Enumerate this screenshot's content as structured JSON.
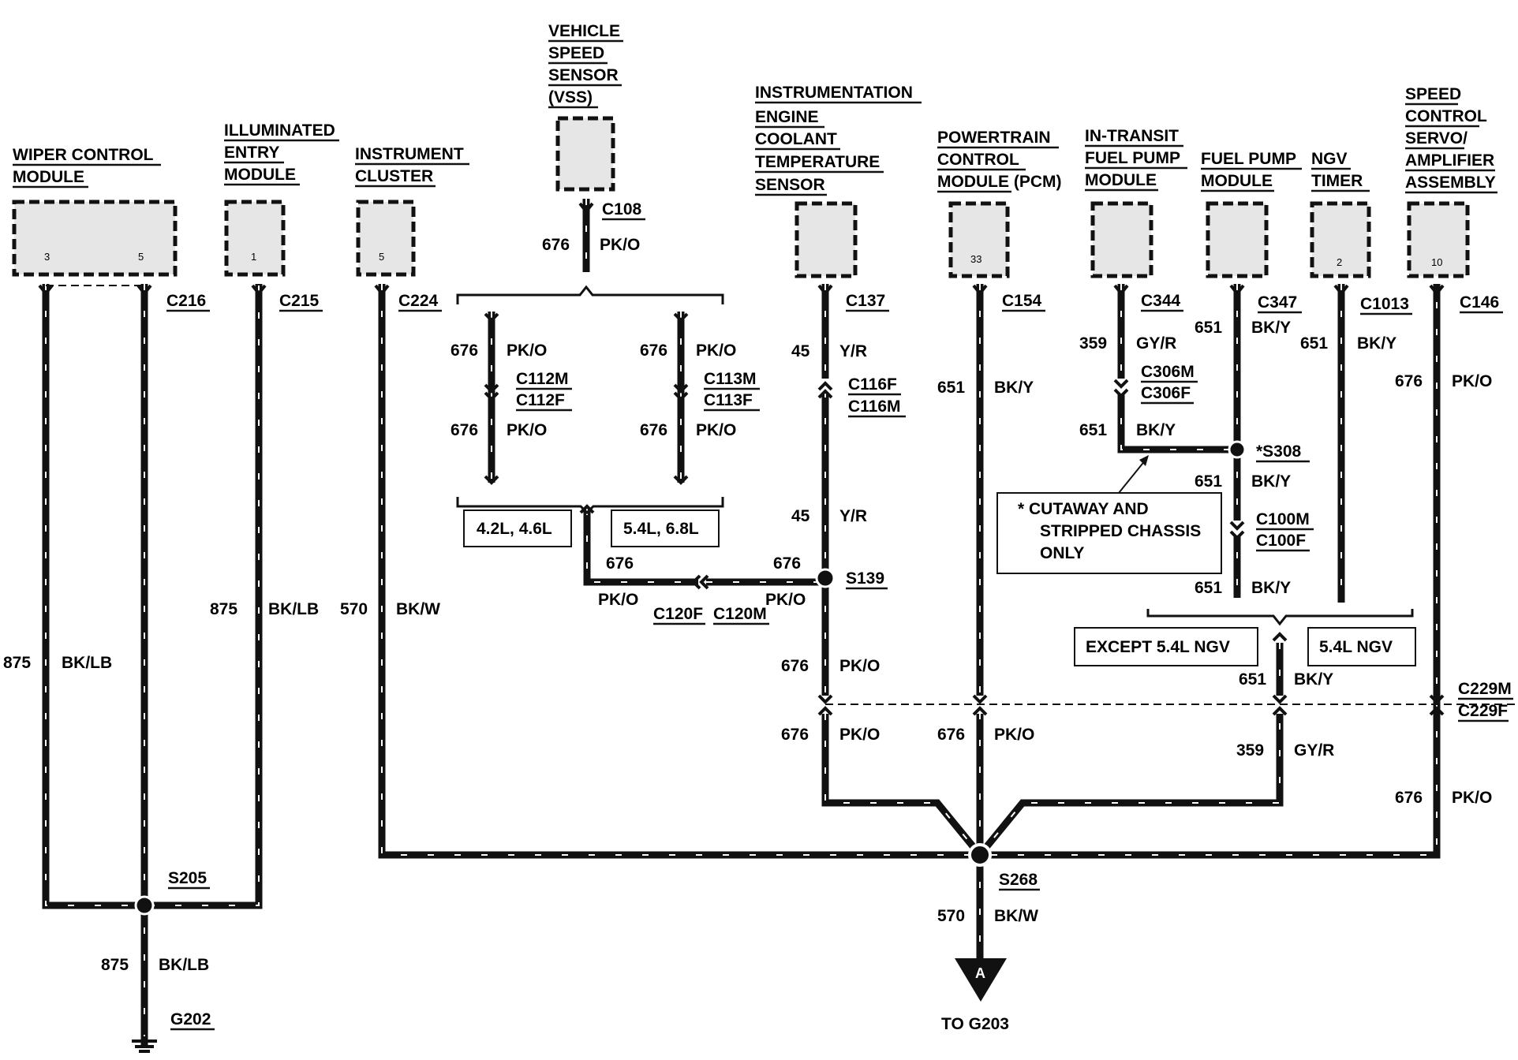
{
  "components": {
    "wiper": {
      "lines": [
        "WIPER CONTROL",
        "MODULE"
      ],
      "pins": [
        "3",
        "5"
      ]
    },
    "illuminated": {
      "lines": [
        "ILLUMINATED",
        "ENTRY",
        "MODULE"
      ],
      "pin": "1"
    },
    "cluster": {
      "lines": [
        "INSTRUMENT",
        "CLUSTER"
      ],
      "pin": "5"
    },
    "vss": {
      "lines": [
        "VEHICLE",
        "SPEED",
        "SENSOR",
        "(VSS)"
      ]
    },
    "iect": {
      "lines": [
        "INSTRUMENTATION",
        "ENGINE",
        "COOLANT",
        "TEMPERATURE",
        "SENSOR"
      ]
    },
    "pcm": {
      "lines": [
        "POWERTRAIN",
        "CONTROL",
        "MODULE (PCM)"
      ],
      "pin": "33"
    },
    "intransit": {
      "lines": [
        "IN-TRANSIT",
        "FUEL PUMP",
        "MODULE"
      ]
    },
    "fpm": {
      "lines": [
        "FUEL PUMP",
        "MODULE"
      ]
    },
    "ngv": {
      "lines": [
        "NGV",
        "TIMER"
      ],
      "pin": "2"
    },
    "servo": {
      "lines": [
        "SPEED",
        "CONTROL",
        "SERVO/",
        "AMPLIFIER",
        "ASSEMBLY"
      ],
      "pin": "10"
    }
  },
  "connectors": {
    "c216": "C216",
    "c215": "C215",
    "c224": "C224",
    "c108": "C108",
    "c112m": "C112M",
    "c112f": "C112F",
    "c113m": "C113M",
    "c113f": "C113F",
    "c137": "C137",
    "c116f": "C116F",
    "c116m": "C116M",
    "c120f": "C120F",
    "c120m": "C120M",
    "c154": "C154",
    "c344": "C344",
    "c306m": "C306M",
    "c306f": "C306F",
    "c347": "C347",
    "c100m": "C100M",
    "c100f": "C100F",
    "c1013": "C1013",
    "c146": "C146",
    "c229m": "C229M",
    "c229f": "C229F"
  },
  "splices": {
    "s205": "S205",
    "s139": "S139",
    "s308": "*S308",
    "s268": "S268"
  },
  "ground": {
    "g202": "G202",
    "to_g203": "TO G203",
    "arrow_letter": "A"
  },
  "wires": {
    "w875_left": {
      "num": "875",
      "color": "BK/LB"
    },
    "w875_illum": {
      "num": "875",
      "color": "BK/LB"
    },
    "w875_bot": {
      "num": "875",
      "color": "BK/LB"
    },
    "w570_cl": {
      "num": "570",
      "color": "BK/W"
    },
    "w676_vss": {
      "num": "676",
      "color": "PK/O"
    },
    "w676_a1": {
      "num": "676",
      "color": "PK/O"
    },
    "w676_a2": {
      "num": "676",
      "color": "PK/O"
    },
    "w676_b1": {
      "num": "676",
      "color": "PK/O"
    },
    "w676_b2": {
      "num": "676",
      "color": "PK/O"
    },
    "w45_top": {
      "num": "45",
      "color": "Y/R"
    },
    "w45_mid": {
      "num": "45",
      "color": "Y/R"
    },
    "w676_h1": {
      "num": "676",
      "color": "PK/O"
    },
    "w676_h2": {
      "num": "676",
      "color": "PK/O"
    },
    "w676_s139": {
      "num": "676",
      "color": "PK/O"
    },
    "w676_229": {
      "num": "676",
      "color": "PK/O"
    },
    "w651_pcm": {
      "num": "651",
      "color": "BK/Y"
    },
    "w676_pcm": {
      "num": "676",
      "color": "PK/O"
    },
    "w359_it": {
      "num": "359",
      "color": "GY/R"
    },
    "w651_it": {
      "num": "651",
      "color": "BK/Y"
    },
    "w651_fp1": {
      "num": "651",
      "color": "BK/Y"
    },
    "w651_fp2": {
      "num": "651",
      "color": "BK/Y"
    },
    "w651_fp3": {
      "num": "651",
      "color": "BK/Y"
    },
    "w651_ngv": {
      "num": "651",
      "color": "BK/Y"
    },
    "w651_ngvb": {
      "num": "651",
      "color": "BK/Y"
    },
    "w359_bot": {
      "num": "359",
      "color": "GY/R"
    },
    "w676_sv1": {
      "num": "676",
      "color": "PK/O"
    },
    "w676_sv2": {
      "num": "676",
      "color": "PK/O"
    },
    "w570_bot": {
      "num": "570",
      "color": "BK/W"
    }
  },
  "option_boxes": {
    "engine_a": "4.2L, 4.6L",
    "engine_b": "5.4L, 6.8L",
    "except_ngv": "EXCEPT 5.4L NGV",
    "ngv": "5.4L NGV"
  },
  "note": {
    "lines": [
      "*  CUTAWAY AND",
      "STRIPPED CHASSIS",
      "ONLY"
    ]
  }
}
